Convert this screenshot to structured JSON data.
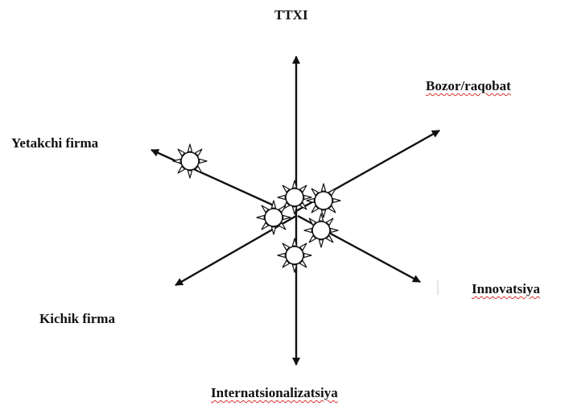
{
  "axes": {
    "top": "TTXI",
    "upper_right": "Bozor/raqobat",
    "upper_left": "Yetakchi firma",
    "lower_right": "Innovatsiya",
    "lower_left": "Kichik firma",
    "bottom": "Internatsionalizatsiya"
  },
  "colors": {
    "line": "#111111",
    "node_fill": "#ffffff",
    "spell_underline": "#d9342b"
  },
  "node_icon": "sun-icon"
}
